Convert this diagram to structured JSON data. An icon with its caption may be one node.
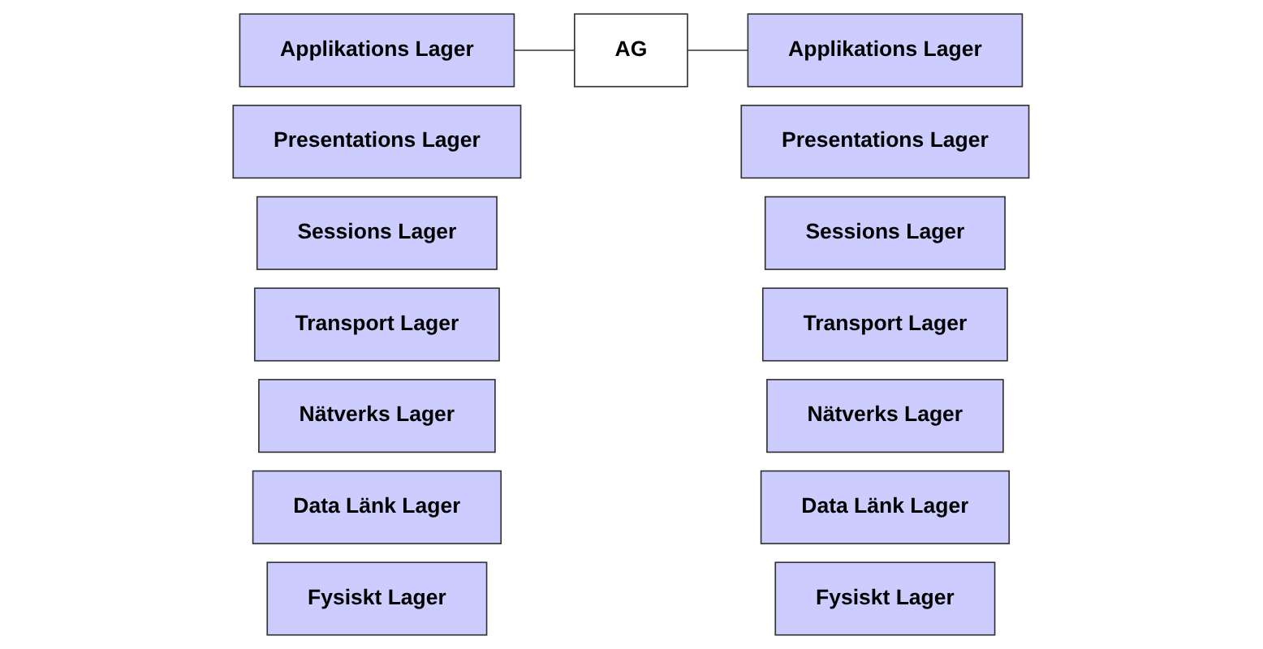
{
  "diagram": {
    "nodes": [
      {
        "text": [
          "Applikations Lager"
        ]
      },
      {
        "text": [
          "Presentations Lager"
        ]
      },
      {
        "text": [
          "Sessions Lager"
        ]
      },
      {
        "text": [
          "Transport Lager"
        ]
      },
      {
        "text": [
          "Nätverks Lager"
        ]
      },
      {
        "text": [
          "Data Länk Lager"
        ]
      },
      {
        "text": [
          "Fysiskt Lager"
        ]
      },
      {
        "text": [
          "AG"
        ]
      },
      {
        "text": [
          "Applikations Lager"
        ]
      },
      {
        "text": [
          "Presentations Lager"
        ]
      },
      {
        "text": [
          "Sessions Lager"
        ]
      },
      {
        "text": [
          "Transport Lager"
        ]
      },
      {
        "text": [
          "Nätverks Lager"
        ]
      },
      {
        "text": [
          "Data Länk Lager"
        ]
      },
      {
        "text": [
          "Fysiskt Lager"
        ]
      }
    ],
    "edges": [
      {
        "from": 0,
        "to": 7,
        "arrow": "none"
      },
      {
        "from": 7,
        "to": 8,
        "arrow": "none"
      }
    ]
  }
}
